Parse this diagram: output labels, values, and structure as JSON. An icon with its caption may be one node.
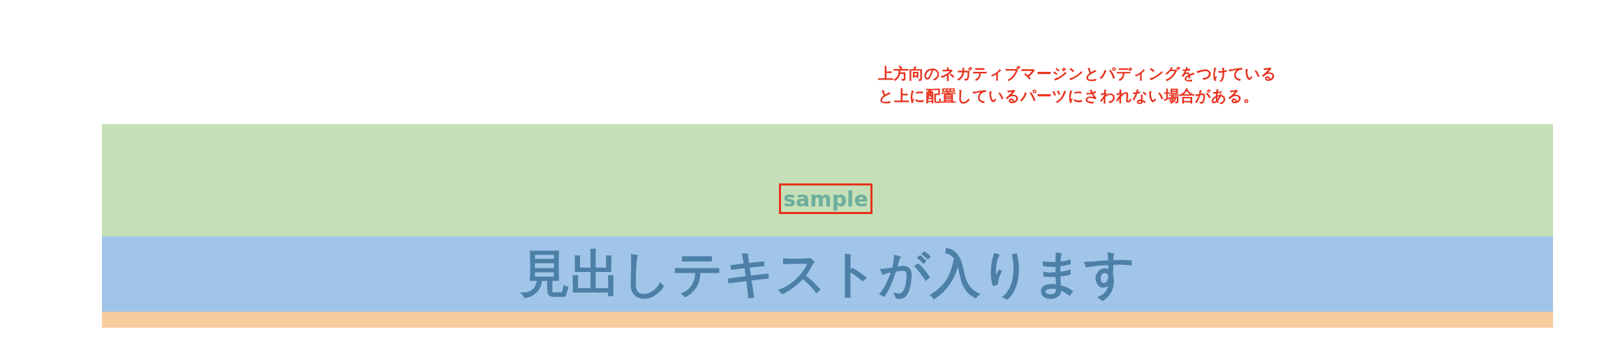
{
  "diagram": {
    "nodes": [
      {
        "text": [],
        "shape": "bar"
      },
      {
        "text": [
          "sample"
        ],
        "in": 0
      },
      {
        "text": [
          "見出しテキストが入ります"
        ]
      },
      {
        "text": [],
        "shape": "bar"
      }
    ],
    "edges": [],
    "labels": [
      "上方向のネガティブマージンとパディングをつけていると上に配置しているパーツにさわれない場合がある。"
    ]
  }
}
